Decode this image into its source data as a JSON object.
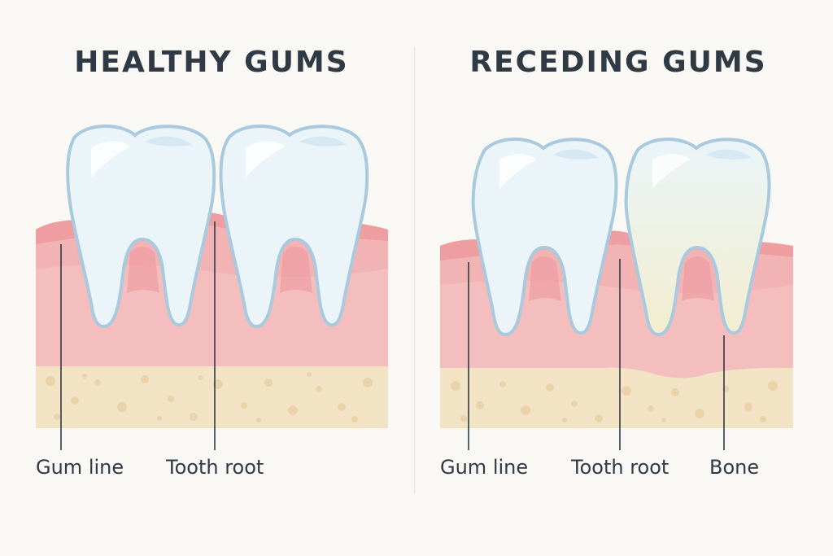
{
  "panels": [
    {
      "title": "HEALTHY GUMS",
      "labels": [
        "Gum line",
        "Tooth root"
      ]
    },
    {
      "title": "RECEDING GUMS",
      "labels": [
        "Gum line",
        "Tooth root",
        "Bone"
      ]
    }
  ],
  "colors": {
    "background": "#f9f8f5",
    "gum": "#f2b3b4",
    "gum_dark": "#ee9da0",
    "gum_light": "#f6c7c6",
    "bone": "#f3e3c5",
    "bone_spots": "#ead3aa",
    "tooth": "#eaf4f9",
    "tooth_outline": "#a9c9de",
    "exposed_root": "#f1eccf",
    "text": "#2f3a45"
  }
}
